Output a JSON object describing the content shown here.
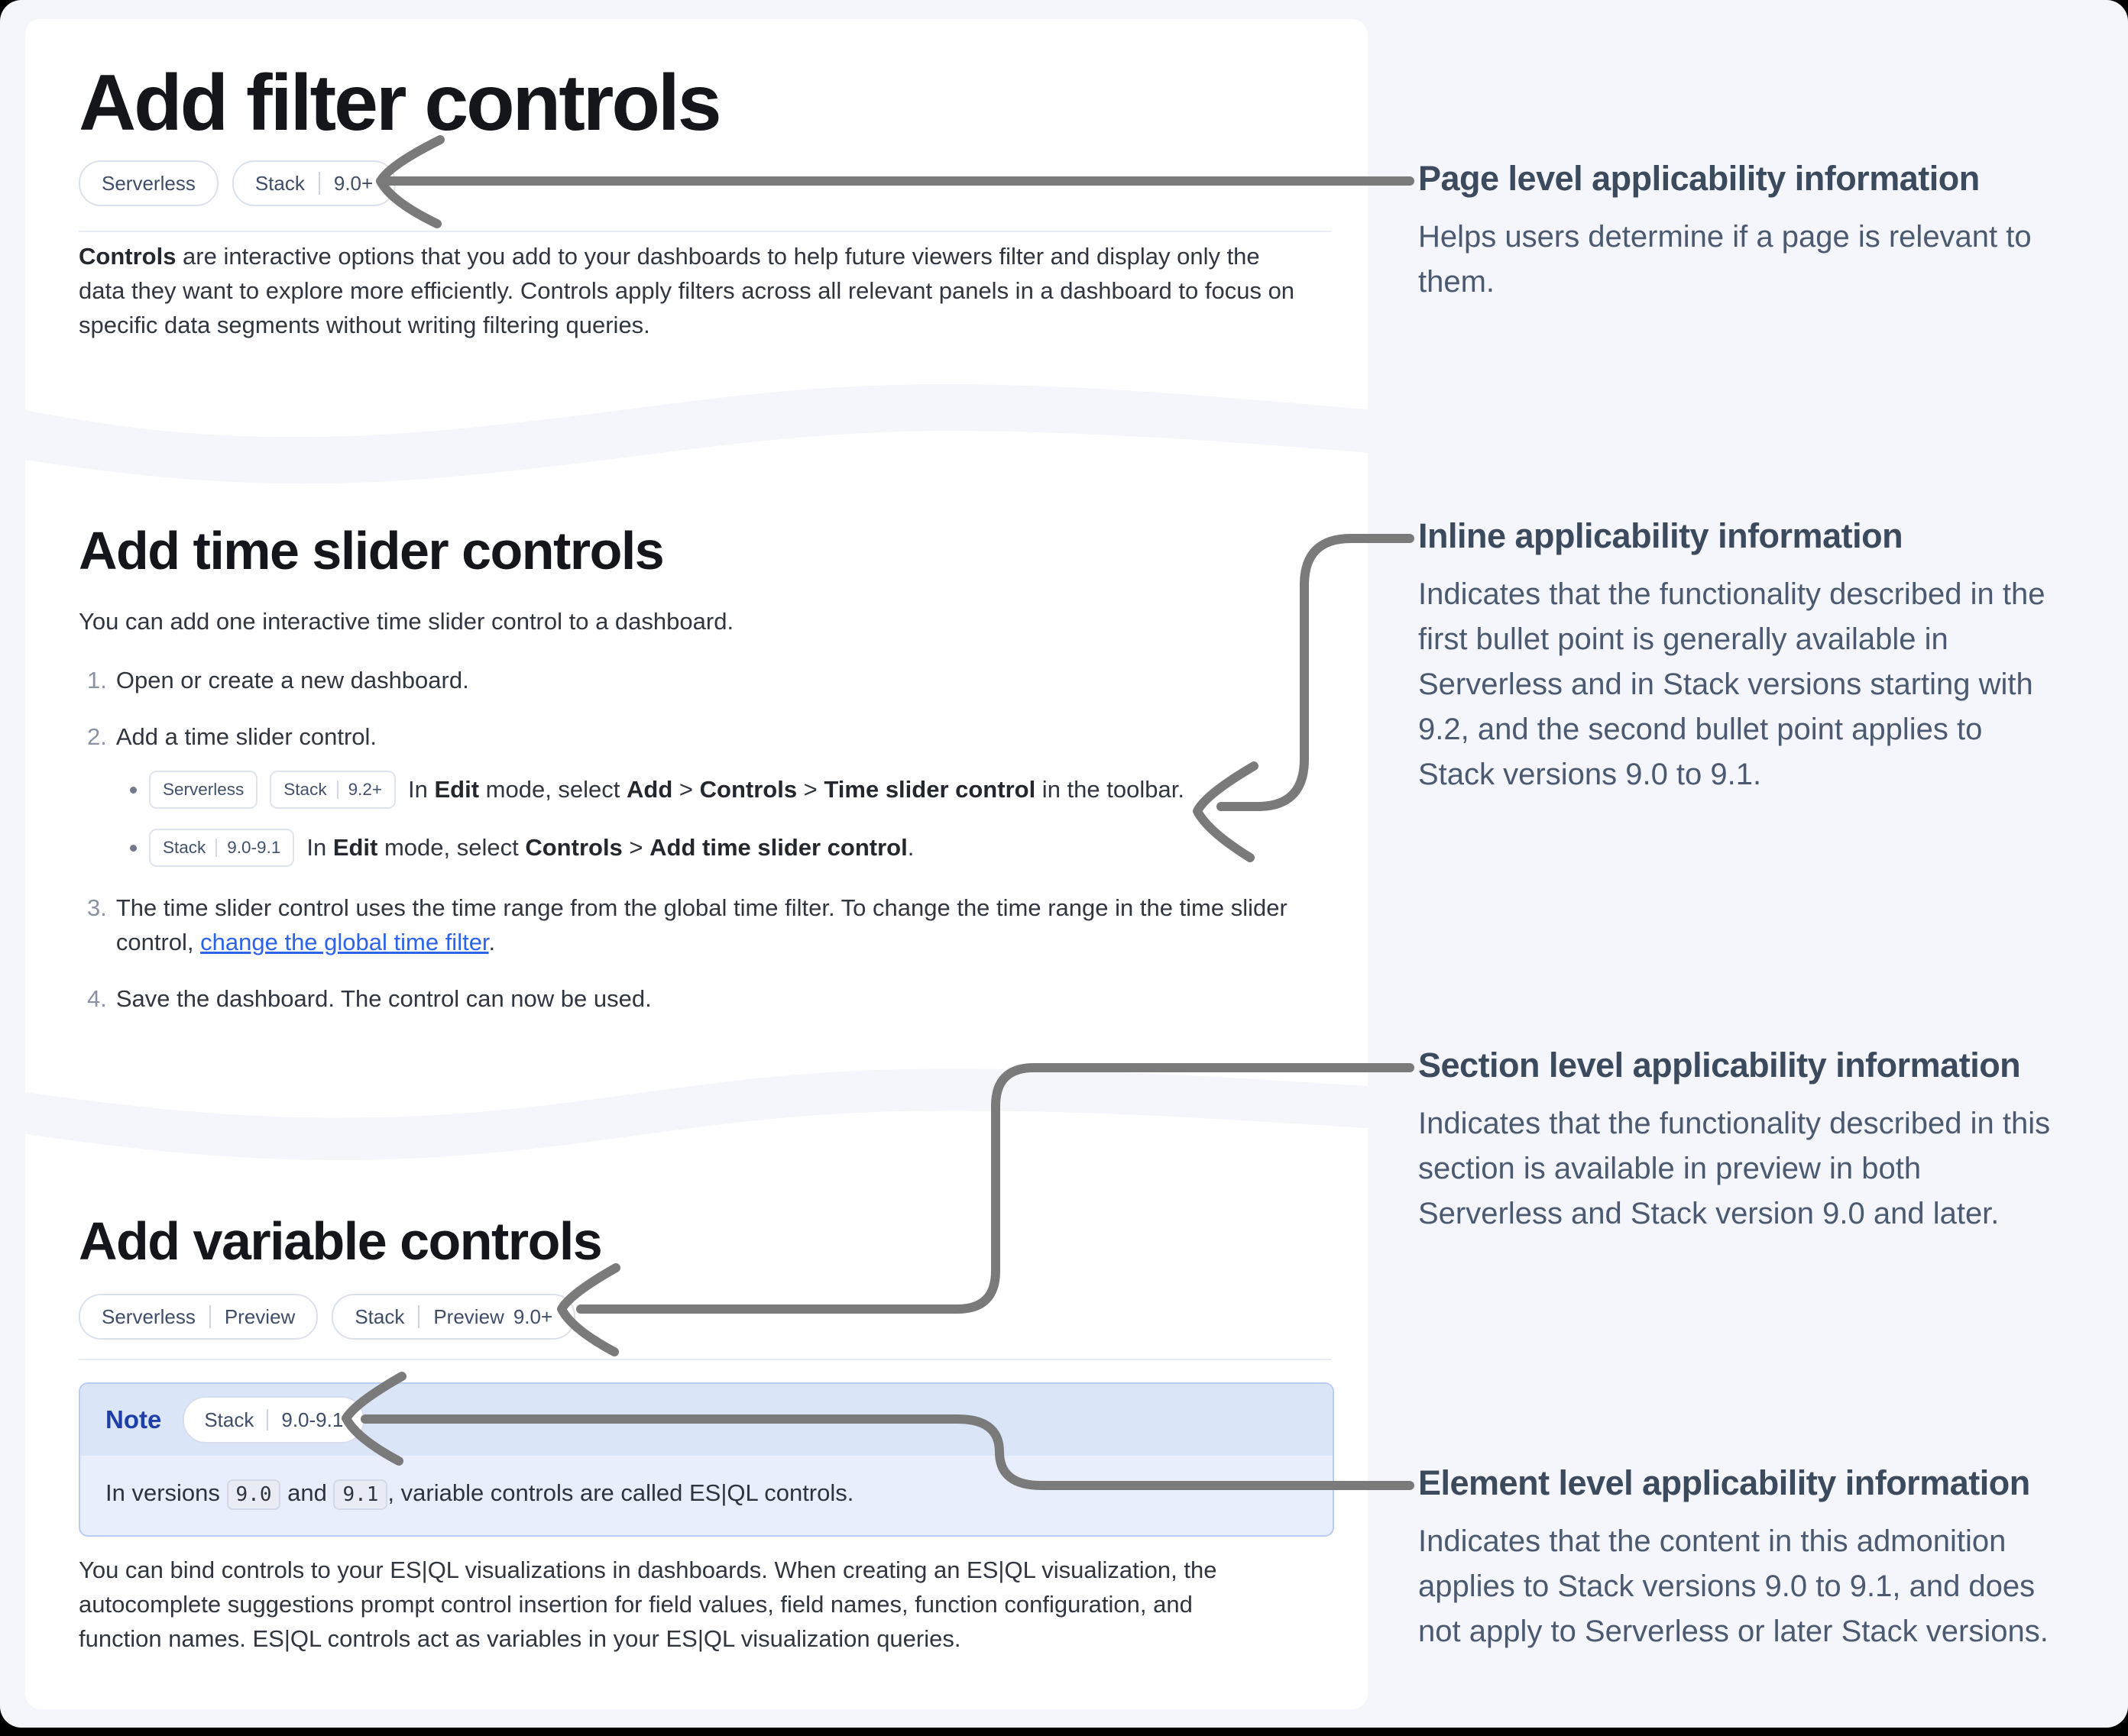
{
  "colors": {
    "page_background": "#f4f6fb",
    "card_background": "#ffffff",
    "heading_text": "#14161b",
    "body_text": "#30363f",
    "annotation_text": "#4b5a71",
    "annotation_heading": "#3c4a5e",
    "arrow_gray": "#7a7a7a",
    "link_blue": "#2c63e8",
    "note_border": "#b9cdf2",
    "note_header_bg": "#dbe5f8",
    "note_body_bg": "#e8eefb",
    "note_label_blue": "#1e3fa9",
    "badge_border": "#dbe1ec",
    "badge_text": "#3f4d68"
  },
  "filter": {
    "title": "Add filter controls",
    "badge_serverless": "Serverless",
    "badge_stack": "Stack",
    "badge_stack_version": "9.0+",
    "para_bold": "Controls",
    "para_rest": " are interactive options that you add to your dashboards to help future viewers filter and display only the data they want to explore more efficiently. Controls apply filters across all relevant panels in a dashboard to focus on specific data segments without writing filtering queries."
  },
  "ts": {
    "title": "Add time slider controls",
    "intro": "You can add one interactive time slider control to a dashboard.",
    "s1_num": "1.",
    "s1": "Open or create a new dashboard.",
    "s2_num": "2.",
    "s2": "Add a time slider control.",
    "bullet1": {
      "badge_serverless": "Serverless",
      "badge_stack": "Stack",
      "badge_stack_version": "9.2+",
      "t1": "In ",
      "b1": "Edit",
      "t2": " mode, select ",
      "b2": "Add",
      "t3": " > ",
      "b3": "Controls",
      "t4": " > ",
      "b4": "Time slider control",
      "t5": " in the toolbar."
    },
    "bullet2": {
      "badge_stack": "Stack",
      "badge_stack_version": "9.0-9.1",
      "t1": "In ",
      "b1": "Edit",
      "t2": " mode, select ",
      "b2": "Controls",
      "t3": " > ",
      "b3": "Add time slider control",
      "t4": "."
    },
    "s3_num": "3.",
    "s3_text": "The time slider control uses the time range from the global time filter. To change the time range in the time slider control, ",
    "s3_link": "change the global time filter",
    "s3_end": ".",
    "s4_num": "4.",
    "s4": "Save the dashboard. The control can now be used."
  },
  "vs": {
    "title": "Add variable controls",
    "badge1_serverless": "Serverless",
    "badge1_flag": "Preview",
    "badge2_stack": "Stack",
    "badge2_flag": "Preview",
    "badge2_version": "9.0+",
    "note": {
      "label": "Note",
      "badge_stack": "Stack",
      "badge_version": "9.0-9.1",
      "t1": "In versions ",
      "code1": "9.0",
      "t2": " and ",
      "code2": "9.1",
      "t3": ", variable controls are called ES|QL controls."
    },
    "para": "You can bind controls to your ES|QL visualizations in dashboards. When creating an ES|QL visualization, the autocomplete suggestions prompt control insertion for field values, field names, function configuration, and function names. ES|QL controls act as variables in your ES|QL visualization queries."
  },
  "ann": {
    "page": {
      "title": "Page level applicability information",
      "body": "Helps users determine if a page is relevant to them."
    },
    "inline": {
      "title": "Inline applicability information",
      "body": "Indicates that the functionality described in the first bullet point is generally available in Serverless and in Stack versions starting with 9.2, and the second bullet point applies to Stack versions 9.0 to 9.1."
    },
    "section": {
      "title": "Section level applicability information",
      "body": "Indicates that the functionality described in this section is available in preview in both Serverless and Stack version 9.0 and later."
    },
    "element": {
      "title": "Element level applicability information",
      "body": "Indicates that the content in this admonition applies to Stack versions 9.0 to 9.1, and does not apply to Serverless or later Stack versions."
    }
  }
}
